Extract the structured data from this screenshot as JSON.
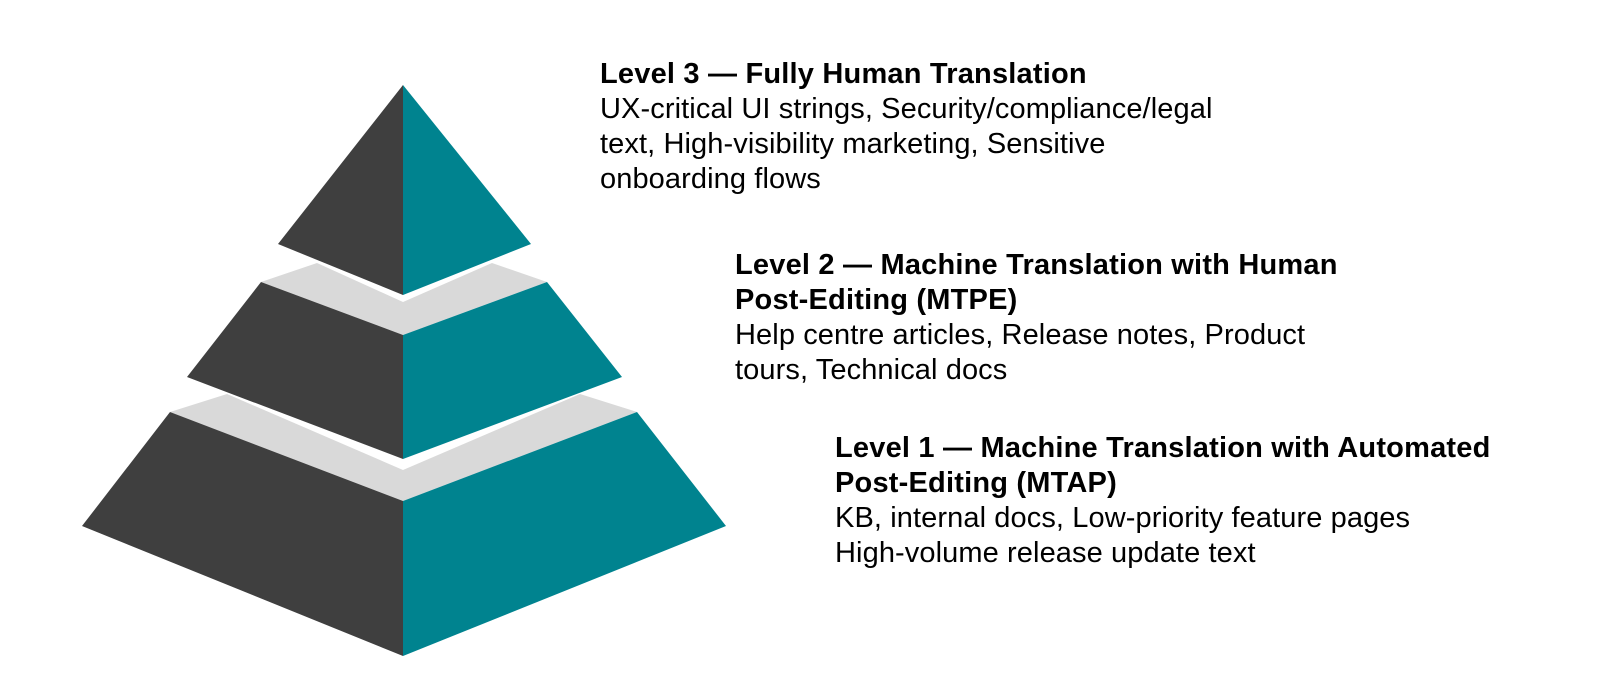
{
  "colors": {
    "left_face": "#3f3f3f",
    "right_face": "#00838f",
    "band": "#d9d9d9",
    "text": "#000000",
    "background": "#ffffff"
  },
  "pyramid": {
    "tiers": [
      {
        "name": "top",
        "level": 3,
        "left_face": "403,85 278,244 403,295",
        "right_face": "403,85 531,244 403,295"
      },
      {
        "name": "middle",
        "level": 2,
        "band": "317,263 261,282 403,335 547,282 492,263 403,302",
        "left_face": "261,282 187,377 403,459 403,335",
        "right_face": "547,282 622,377 403,459 403,335"
      },
      {
        "name": "bottom",
        "level": 1,
        "band": "227,394 170,412 403,501 637,412 580,394 403,470",
        "left_face": "170,412 82,526 403,656 403,501",
        "right_face": "637,412 726,526 403,656 403,501"
      }
    ]
  },
  "levels": [
    {
      "id": "level-3",
      "title_lines": [
        "Level 3 — Fully Human Translation"
      ],
      "desc_lines": [
        "UX-critical UI strings, Security/compliance/legal",
        "text, High-visibility marketing, Sensitive",
        "onboarding flows"
      ]
    },
    {
      "id": "level-2",
      "title_lines": [
        "Level 2 — Machine Translation with Human",
        "Post-Editing (MTPE)"
      ],
      "desc_lines": [
        "Help centre articles, Release notes, Product",
        "tours, Technical docs"
      ]
    },
    {
      "id": "level-1",
      "title_lines": [
        "Level 1 — Machine Translation with Automated",
        "Post-Editing (MTAP)"
      ],
      "desc_lines": [
        "KB, internal docs, Low-priority feature pages",
        "High-volume release update text"
      ]
    }
  ]
}
